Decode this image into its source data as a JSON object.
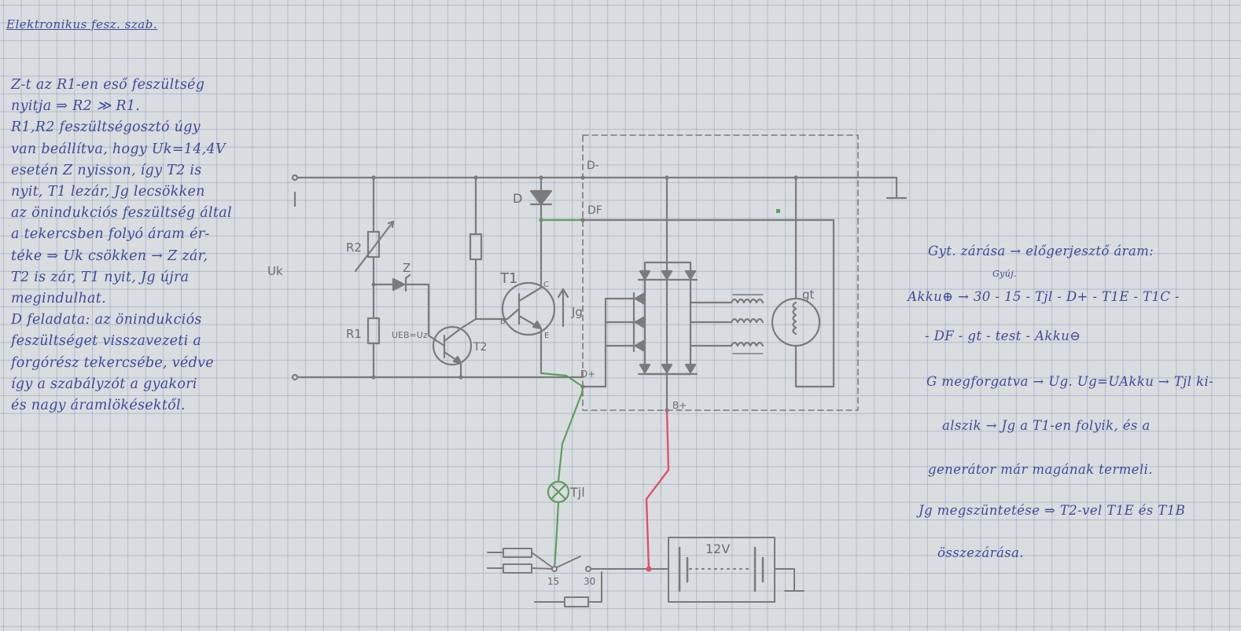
{
  "title": "Elektronikus fesz. szab.",
  "left_notes": [
    "Z-t az R1-en eső feszültség",
    "nyitja ⇒ R2 ≫ R1.",
    "R1,R2 feszültségosztó úgy",
    "van beállítva, hogy Uk=14,4V",
    "esetén Z nyisson, így T2 is",
    "nyit, T1 lezár, Jg lecsökken",
    "az önindukciós feszültség által",
    "a tekercsben folyó áram ér-",
    "téke ⇒ Uk csökken → Z zár,",
    "T2 is zár, T1 nyit, Jg újra",
    "megindulhat.",
    "D feladata: az önindukciós",
    "feszültséget visszavezeti a",
    "forgórész tekercsébe, védve",
    "így a szabályzót a gyakori",
    "és nagy áramlökésektől."
  ],
  "right_notes": {
    "line1": "Gyt. zárása → előgerjesztő áram:",
    "gyuj_small": "Gyúj.",
    "line2": "Akku⊕ → 30 - 15 - Tjl - D+ - T1E - T1C -",
    "line3": "- DF - gt - test - Akku⊖",
    "line4": "G megforgatva → Ug. Ug=UAkku → Tjl ki-",
    "line5": "alszik → Jg a T1-en folyik, és a",
    "line6": "generátor már magának termeli.",
    "line7": "Jg megszüntetése ⇒ T2-vel T1E és T1B",
    "line8": "összezárása."
  },
  "schematic": {
    "labels": {
      "dminus": "D-",
      "df": "DF",
      "dplus": "D+",
      "b_plus": "B+",
      "d": "D",
      "z": "Z",
      "t1": "T1",
      "t2": "T2",
      "c": "C",
      "b": "B",
      "e": "E",
      "r1": "R1",
      "r2": "R2",
      "uk": "Uk",
      "ueb": "UEB=Uz",
      "jg": "Jg",
      "gt": "gt",
      "tjl": "Tjl",
      "v12": "12V",
      "t15": "15",
      "t30": "30"
    },
    "colors": {
      "pencil": "#7b7b7b",
      "green_wire": "#5e9e5e",
      "red_wire": "#e0506c",
      "ink": "#3f4a99"
    }
  }
}
